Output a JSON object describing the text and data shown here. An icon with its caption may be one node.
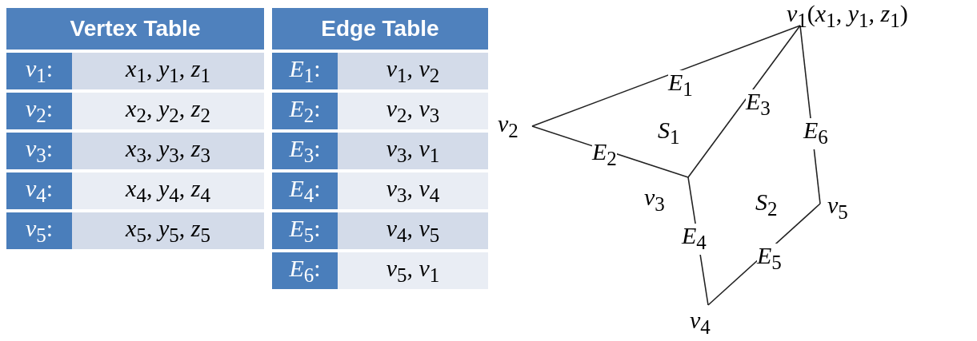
{
  "diagram": {
    "nodes": [
      {
        "text": [
          "*v*$_{1}$(*x*$_{1}$, *y*$_{1}$, *z*$_{1}$)"
        ]
      },
      {
        "text": [
          "*v*$_{2}$"
        ]
      },
      {
        "text": [
          "*v*$_{3}$"
        ]
      },
      {
        "text": [
          "*v*$_{5}$"
        ]
      },
      {
        "text": [
          "*v*$_{4}$"
        ]
      }
    ],
    "edges": [
      {
        "from": 0,
        "to": 1,
        "arrow": "none",
        "label": "*E*$_{1}$"
      },
      {
        "from": 1,
        "to": 2,
        "arrow": "none",
        "label": "*E*$_{2}$"
      },
      {
        "from": 2,
        "to": 0,
        "arrow": "none",
        "label": "*E*$_{3}$"
      },
      {
        "from": 2,
        "to": 4,
        "arrow": "none",
        "label": "*E*$_{4}$"
      },
      {
        "from": 4,
        "to": 3,
        "arrow": "none",
        "label": "*E*$_{5}$"
      },
      {
        "from": 3,
        "to": 0,
        "arrow": "none",
        "label": "*E*$_{6}$"
      }
    ],
    "labels": [
      "Vertex Table",
      "*v*$_{1}$:",
      "*x*$_{1}$, *y*$_{1}$, *z*$_{1}$",
      "*v*$_{2}$:",
      "*x*$_{2}$, *y*$_{2}$, *z*$_{2}$",
      "*v*$_{3}$:",
      "*x*$_{3}$, *y*$_{3}$, *z*$_{3}$",
      "*v*$_{4}$:",
      "*x*$_{4}$, *y*$_{4}$, *z*$_{4}$",
      "*v*$_{5}$:",
      "*x*$_{5}$, *y*$_{5}$, *z*$_{5}$",
      "Edge Table",
      "*E*$_{1}$:",
      "*v*$_{1}$, *v*$_{2}$",
      "*E*$_{2}$:",
      "*v*$_{2}$, *v*$_{3}$",
      "*E*$_{3}$:",
      "*v*$_{3}$, *v*$_{1}$",
      "*E*$_{4}$:",
      "*v*$_{3}$, *v*$_{4}$",
      "*E*$_{5}$:",
      "*v*$_{4}$, *v*$_{5}$",
      "*E*$_{6}$:",
      "*v*$_{5}$, *v*$_{1}$",
      "*S*$_{1}$",
      "*S*$_{2}$"
    ]
  }
}
